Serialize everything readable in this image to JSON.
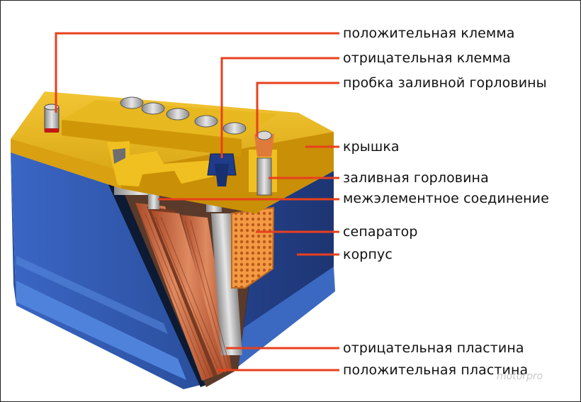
{
  "labels": {
    "positive_terminal": "положительная клемма",
    "negative_terminal": "отрицательная клемма",
    "filler_plug": "пробка заливной горловины",
    "cover": "крышка",
    "filler_neck": "заливная горловина",
    "intercell_connector": "межэлементное соединение",
    "separator": "сепаратор",
    "case": "корпус",
    "negative_plate": "отрицательная пластина",
    "positive_plate": "положительная пластина"
  },
  "watermark": "motorpro",
  "colors": {
    "leader_line": "#e8401c",
    "case": "#2f56a6",
    "cover": "#e0ac0c",
    "plates": "#c86a43",
    "separator": "#e88a3a"
  }
}
